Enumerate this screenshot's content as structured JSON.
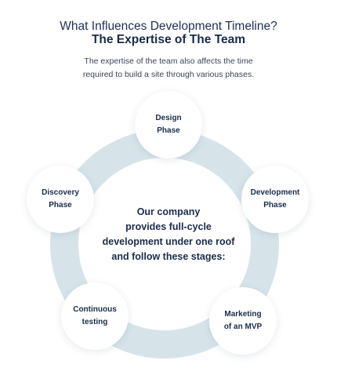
{
  "header": {
    "title": "What Influences Development Timeline?",
    "subtitle": "The Expertise of The Team",
    "description_lines": [
      "The expertise of the team also affects the time",
      "required to build a site through various phases."
    ]
  },
  "diagram": {
    "center_lines": [
      "Our company",
      "provides full-cycle",
      "development under one roof",
      "and follow these stages:"
    ],
    "stages": [
      {
        "lines": [
          "Design",
          "Phase"
        ]
      },
      {
        "lines": [
          "Development",
          "Phase"
        ]
      },
      {
        "lines": [
          "Marketing",
          "of an MVP"
        ]
      },
      {
        "lines": [
          "Continuous",
          "testing"
        ]
      },
      {
        "lines": [
          "Discovery",
          "Phase"
        ]
      }
    ],
    "colors": {
      "ring": "#d6e4ea",
      "circle": "#ffffff",
      "text": "#1c2c4a"
    }
  }
}
